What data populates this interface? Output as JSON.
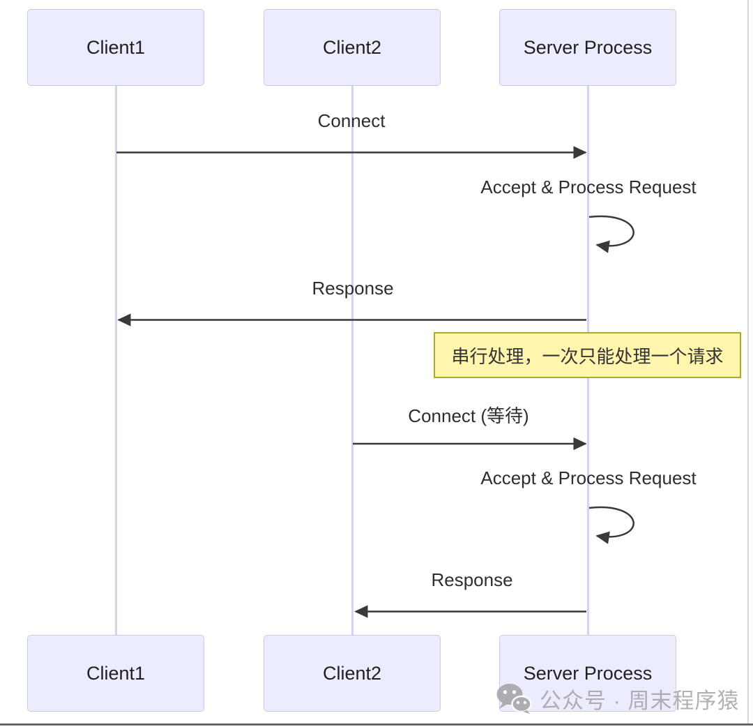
{
  "diagram": {
    "type": "sequence",
    "actors": [
      {
        "id": "client1",
        "label": "Client1"
      },
      {
        "id": "client2",
        "label": "Client2"
      },
      {
        "id": "server",
        "label": "Server Process"
      }
    ],
    "messages": [
      {
        "from": "client1",
        "to": "server",
        "label": "Connect"
      },
      {
        "on": "server",
        "type": "self",
        "label": "Accept & Process Request"
      },
      {
        "from": "server",
        "to": "client1",
        "label": "Response"
      },
      {
        "from": "client2",
        "to": "server",
        "label": "Connect (等待)"
      },
      {
        "on": "server",
        "type": "self",
        "label": "Accept & Process Request"
      },
      {
        "from": "server",
        "to": "client2",
        "label": "Response"
      }
    ],
    "note": {
      "over": "server",
      "text": "串行处理，一次只能处理一个请求"
    },
    "colors": {
      "actor_fill": "#ECECFF",
      "actor_border": "#CFC7E8",
      "lifeline": "#D8D2F0",
      "arrow": "#393939",
      "note_fill": "#FFF5AD",
      "note_border": "#AAAA33",
      "watermark_gray": "#a0a0a0"
    }
  },
  "watermark": {
    "icon": "wechat-icon",
    "text": "公众号 · 周末程序猿"
  }
}
